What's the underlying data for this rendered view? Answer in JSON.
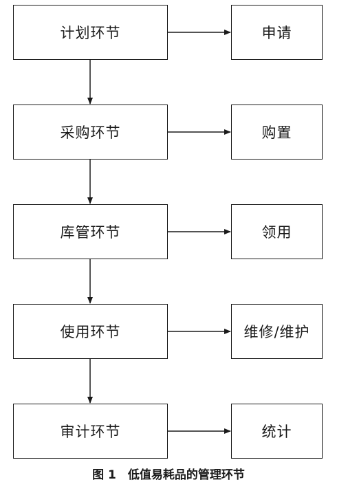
{
  "stages": [
    {
      "name": "计划环节",
      "action": "申请"
    },
    {
      "name": "采购环节",
      "action": "购置"
    },
    {
      "name": "库管环节",
      "action": "领用"
    },
    {
      "name": "使用环节",
      "action": "维修/维护"
    },
    {
      "name": "审计环节",
      "action": "统计"
    }
  ],
  "caption": "图 1　低值易耗品的管理环节",
  "colors": {
    "line": "#1a1a1a",
    "background": "#ffffff"
  }
}
